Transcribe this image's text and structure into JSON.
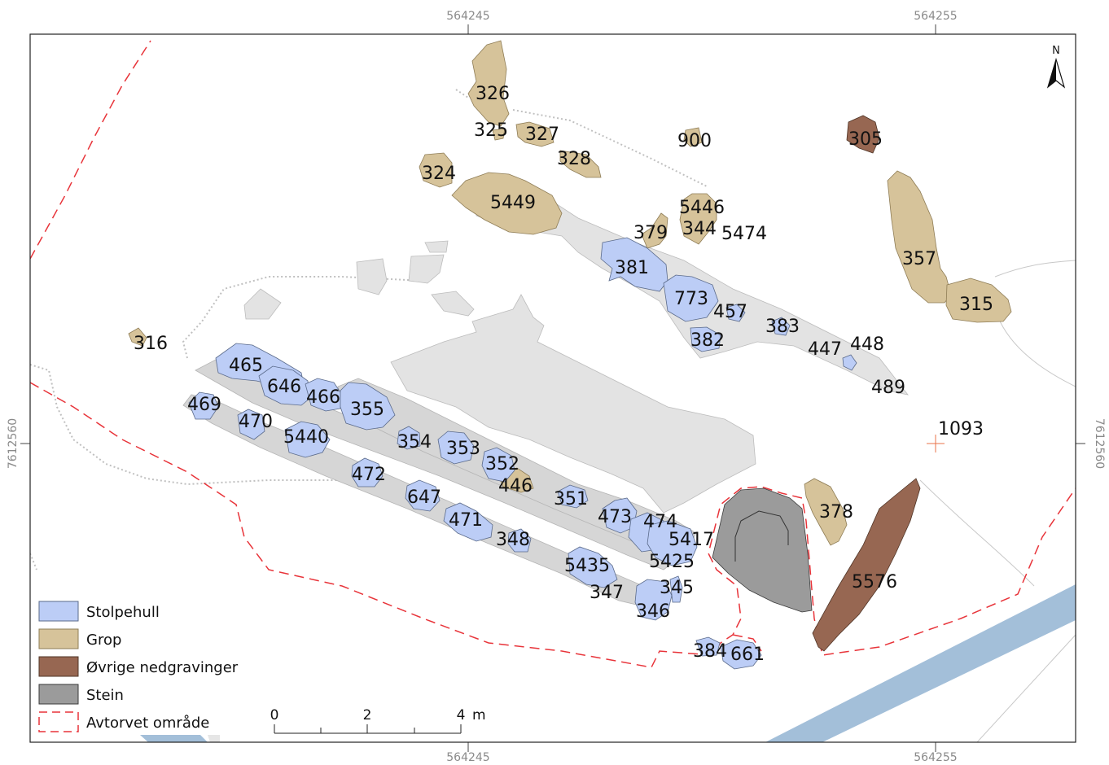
{
  "coordinates": {
    "top": [
      "564245",
      "564255"
    ],
    "bottom": [
      "564245",
      "564255"
    ],
    "left": "7612560",
    "right": "7612560"
  },
  "north_label": "N",
  "colors": {
    "stolpehull": "#bccdf6",
    "grop": "#d6c39a",
    "ovrige": "#976752",
    "stein": "#9b9b9b",
    "avtorvet": "#e8343a",
    "water": "#a3bfd9",
    "grey_area": "#e3e3e3"
  },
  "legend": {
    "stolpehull": "Stolpehull",
    "grop": "Grop",
    "ovrige": "Øvrige nedgravinger",
    "stein": "Stein",
    "avtorvet": "Avtorvet område"
  },
  "scale": {
    "t0": "0",
    "t2": "2",
    "t4": "4",
    "unit": "m"
  },
  "labels": {
    "f326": "326",
    "f325": "325",
    "f327": "327",
    "f328": "328",
    "f900": "900",
    "f305": "305",
    "f324": "324",
    "f5449": "5449",
    "f5446": "5446",
    "f344": "344",
    "f5474": "5474",
    "f379": "379",
    "f357": "357",
    "f381": "381",
    "f773": "773",
    "f315": "315",
    "f457": "457",
    "f383": "383",
    "f382": "382",
    "f316": "316",
    "f447": "447",
    "f448": "448",
    "f465": "465",
    "f646": "646",
    "f466": "466",
    "f489": "489",
    "f469": "469",
    "f355": "355",
    "f470": "470",
    "f1093": "1093",
    "f5440": "5440",
    "f354": "354",
    "f353": "353",
    "f352": "352",
    "f446": "446",
    "f472": "472",
    "f647": "647",
    "f351": "351",
    "f378": "378",
    "f473": "473",
    "f474": "474",
    "f471": "471",
    "f348": "348",
    "f5417": "5417",
    "f5425": "5425",
    "f5576": "5576",
    "f5435": "5435",
    "f345": "345",
    "f347": "347",
    "f346": "346",
    "f384": "384",
    "f661": "661"
  }
}
